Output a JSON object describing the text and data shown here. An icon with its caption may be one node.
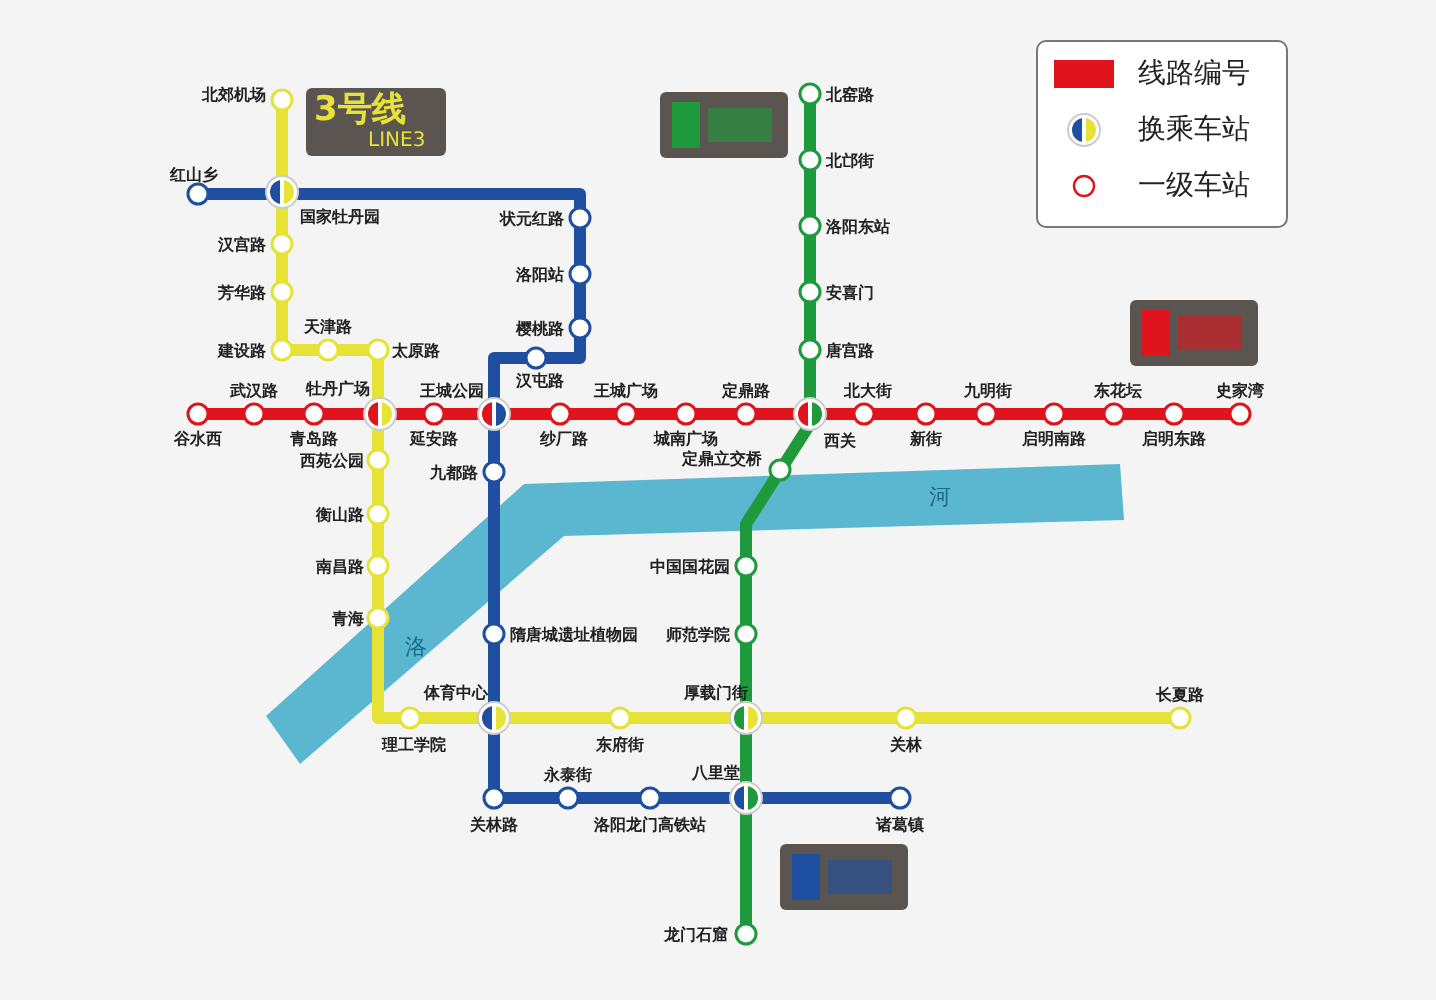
{
  "diagram": {
    "labels": [
      "3号线",
      "LINE3",
      "北郊机场",
      "红山乡",
      "国家牡丹园",
      "汉宫路",
      "芳华路",
      "建设路",
      "天津路",
      "太原路",
      "状元红路",
      "洛阳站",
      "樱桃路",
      "汉屯路",
      "北窑路",
      "北邙街",
      "洛阳东站",
      "安喜门",
      "唐宫路",
      "武汉路",
      "牡丹广场",
      "王城公园",
      "王城广场",
      "定鼎路",
      "北大街",
      "九明街",
      "东花坛",
      "史家湾",
      "谷水西",
      "青岛路",
      "延安路",
      "纱厂路",
      "城南广场",
      "西关",
      "新街",
      "启明南路",
      "启明东路",
      "西苑公园",
      "九都路",
      "定鼎立交桥",
      "河",
      "衡山路",
      "南昌路",
      "中国国花园",
      "青海",
      "隋唐城遗址植物园",
      "师范学院",
      "洛",
      "体育中心",
      "厚载门街",
      "长夏路",
      "理工学院",
      "东府街",
      "关林",
      "永泰街",
      "八里堂",
      "关林路",
      "洛阳龙门高铁站",
      "诸葛镇",
      "龙门石窟"
    ],
    "legend": [
      {
        "text": "线路编号"
      },
      {
        "text": "换乘车站"
      },
      {
        "text": "一级车站"
      }
    ]
  }
}
